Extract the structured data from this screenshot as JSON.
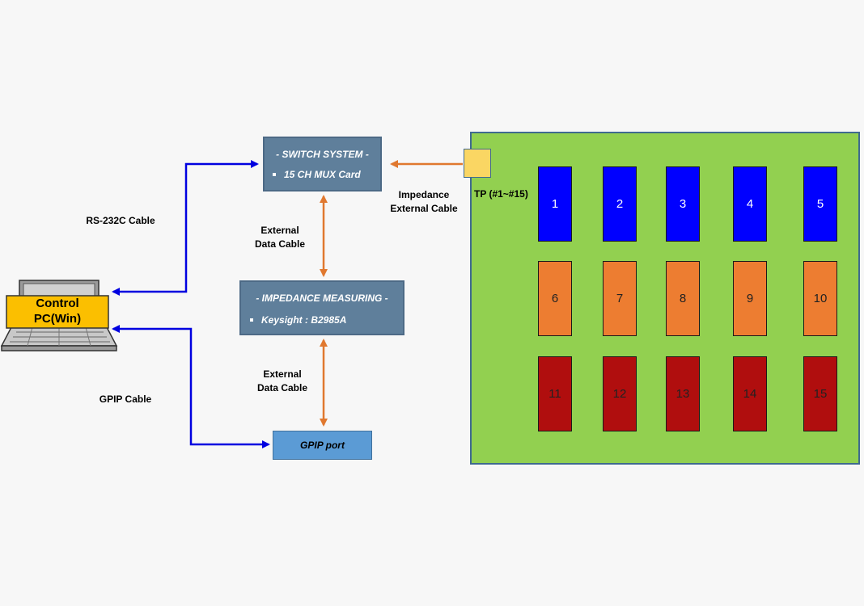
{
  "pc": {
    "line1": "Control",
    "line2": "PC(Win)"
  },
  "switch_system": {
    "title": "- SWITCH SYSTEM -",
    "item": "15 CH MUX Card"
  },
  "impedance": {
    "title": "- IMPEDANCE MEASURING -",
    "item": "Keysight : B2985A"
  },
  "gpip_port": "GPIP port",
  "labels": {
    "rs232": "RS-232C Cable",
    "gpip_cable": "GPIP Cable",
    "ext_data_1_line1": "External",
    "ext_data_1_line2": "Data Cable",
    "ext_data_2_line1": "External",
    "ext_data_2_line2": "Data Cable",
    "imp_ext_line1": "Impedance",
    "imp_ext_line2": "External Cable",
    "tp": "TP (#1~#15)"
  },
  "channels": {
    "row1": [
      "1",
      "2",
      "3",
      "4",
      "5"
    ],
    "row2": [
      "6",
      "7",
      "8",
      "9",
      "10"
    ],
    "row3": [
      "11",
      "12",
      "13",
      "14",
      "15"
    ]
  },
  "colors": {
    "board": "#92d050",
    "row1": "#0000ff",
    "row2": "#ed7d31",
    "row3": "#b00e0e",
    "pc_screen": "#fbbf00",
    "blue_wire": "#0000e0",
    "orange_wire": "#e0782f"
  }
}
